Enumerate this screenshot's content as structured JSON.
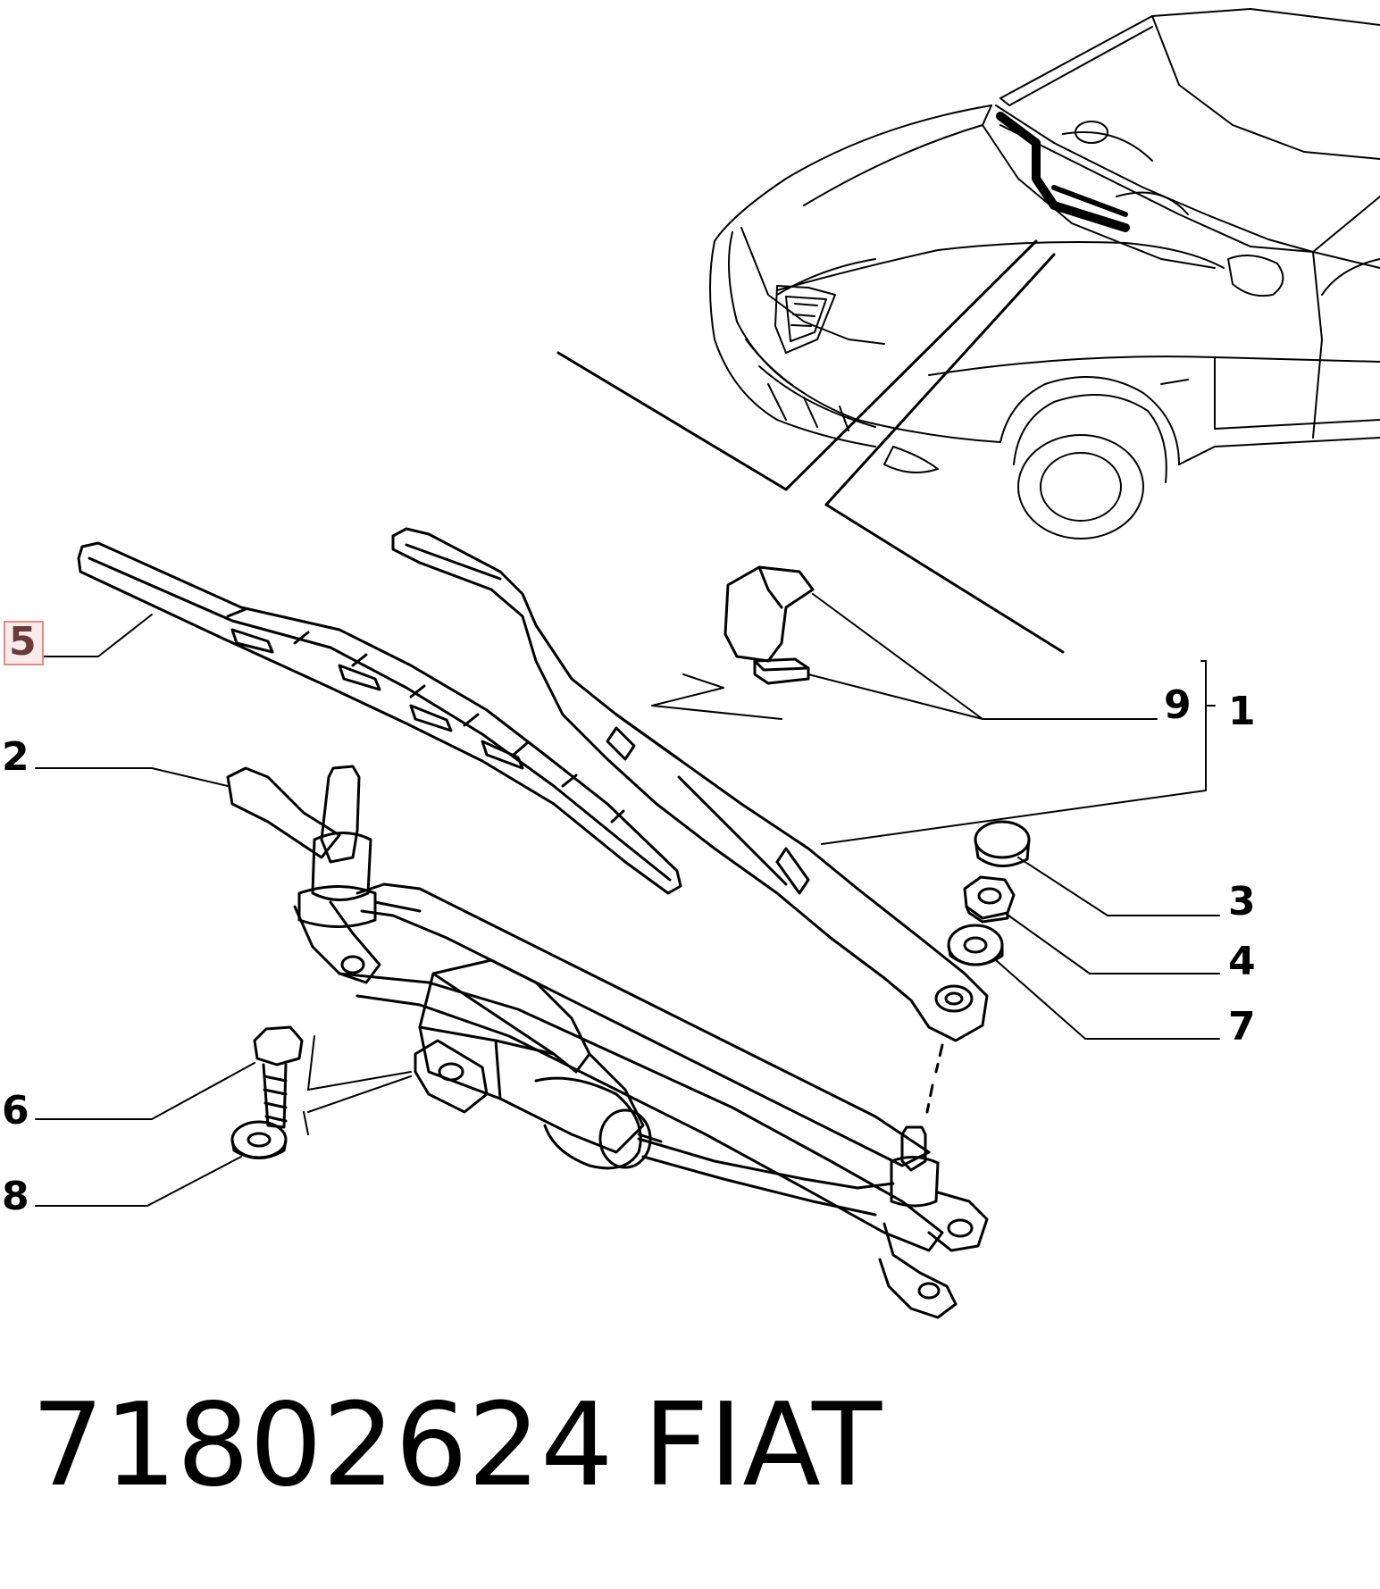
{
  "callouts": {
    "c1": "1",
    "c2": "2",
    "c3": "3",
    "c4": "4",
    "c5": "5",
    "c6": "6",
    "c7": "7",
    "c8": "8",
    "c9": "9"
  },
  "footer": {
    "part_number": "71802624",
    "brand": "FIAT"
  },
  "colors": {
    "line": "#000000",
    "highlight_border": "#e08a8a",
    "highlight_fill": "#fbeaea"
  }
}
